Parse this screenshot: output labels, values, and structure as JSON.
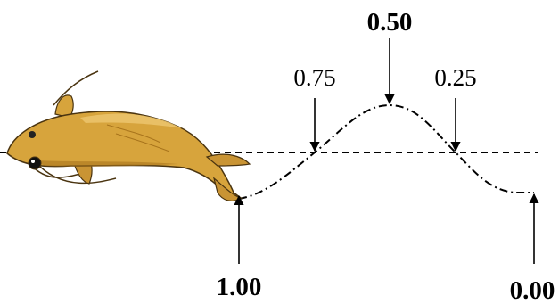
{
  "labels": {
    "bottom_left": "1.00",
    "rise_left": "0.75",
    "top_peak": "0.50",
    "fall_right": "0.25",
    "bottom_right": "0.00"
  },
  "colors": {
    "line": "#000000",
    "fish_body": "#d7a43c",
    "fish_light": "#ebc36a",
    "fish_dark": "#a8741c",
    "fish_outline": "#4a3410"
  },
  "icons": {
    "fish": "catfish-illustration"
  }
}
